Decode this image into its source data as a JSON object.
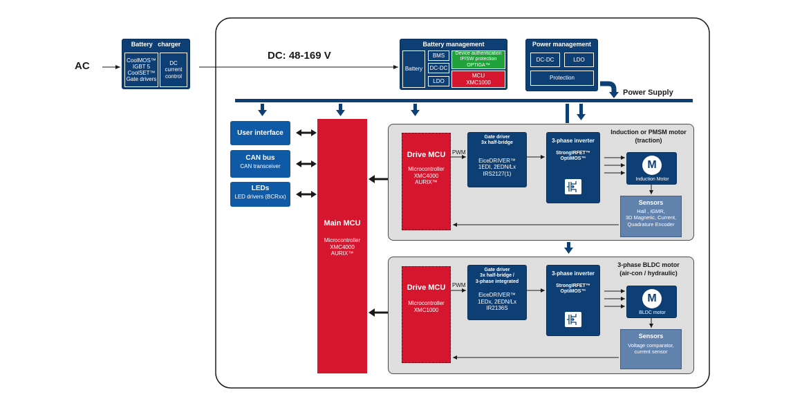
{
  "ac_label": "AC",
  "dc_label": "DC: 48-169 V",
  "power_supply_label": "Power Supply",
  "battery_charger": {
    "title": "Battery   charger",
    "components": "CoolMOS™\nIGBT 5\nCoolSET™\nGate drivers",
    "control": "DC\ncurrent\ncontrol"
  },
  "battery_management": {
    "title": "Battery management",
    "battery": "Battery",
    "bms": "BMS",
    "dcdc": "DC-DC",
    "ldo": "LDO",
    "auth": "Device authentication\nIP/SW protection\nOPTIGA™",
    "mcu": "MCU\nXMC1000"
  },
  "power_management": {
    "title": "Power management",
    "dcdc": "DC-DC",
    "ldo": "LDO",
    "protection": "Protection"
  },
  "left_blocks": {
    "user_interface": "User interface",
    "can_title": "CAN bus",
    "can_sub": "CAN transceiver",
    "leds_title": "LEDs",
    "leds_sub": "LED drivers (BCRxx)"
  },
  "main_mcu": {
    "title": "Main MCU",
    "sub": "Microcontroller\nXMC4000\nAURIX™"
  },
  "motor1": {
    "title": "Induction or PMSM motor\n(traction)",
    "drive_title": "Drive MCU",
    "drive_sub": "Microcontroller\nXMC4000\nAURIX™",
    "pwm": "PWM",
    "gate_title": "Gate driver\n3x half-bridge",
    "gate_sub": "EiceDRIVER™\n1EDI, 2EDN/Lx\nIRS2127(1)",
    "inverter_title": "3-phase inverter",
    "inverter_sub": "StrongIRFET™\nOptiMOS™",
    "motor_symbol": "M",
    "motor_label": "Induction Motor",
    "sensors_title": "Sensors",
    "sensors_sub": "Hall , iGMR,\n3D Magnetic, Current,\nQuadrature Encoder"
  },
  "motor2": {
    "title": "3-phase BLDC motor\n(air-con / hydraulic)",
    "drive_title": "Drive MCU",
    "drive_sub": "Microcontroller\nXMC1000",
    "pwm": "PWM",
    "gate_title": "Gate driver\n3x half-bridge /\n3-phase integrated",
    "gate_sub": "EiceDRIVER™\n1EDx, 2EDN/Lx\nIR2136S",
    "inverter_title": "3-phase inverter",
    "inverter_sub": "StrongIRFET™\nOptiMOS™",
    "motor_symbol": "M",
    "motor_label": "BLDC motor",
    "sensors_title": "Sensors",
    "sensors_sub": "Voltage comparator,\ncurrent sensor"
  },
  "colors": {
    "navy": "#0e3f74",
    "red": "#d6162e",
    "blue": "#0e5aa7",
    "green": "#1fa23a",
    "sensor": "#6282ae",
    "panel": "#dedede"
  },
  "icons": [
    "mosfet-icon",
    "motor-icon"
  ]
}
